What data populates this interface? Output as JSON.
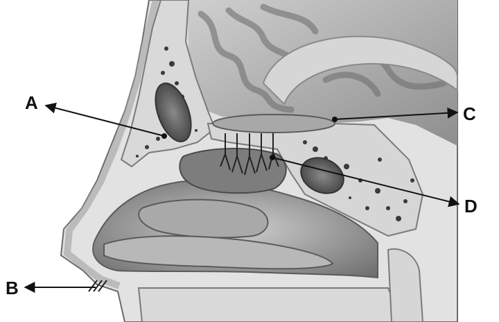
{
  "labels": {
    "a": "A",
    "b": "B",
    "c": "C",
    "d": "D"
  },
  "colors": {
    "bone": "#d9d9d9",
    "marrow_dots": "#3a3a3a",
    "cavity_dark": "#5f5f5f",
    "tissue_mid": "#9c9c9c",
    "brain": "#b3b3b3",
    "ink": "#111111"
  }
}
